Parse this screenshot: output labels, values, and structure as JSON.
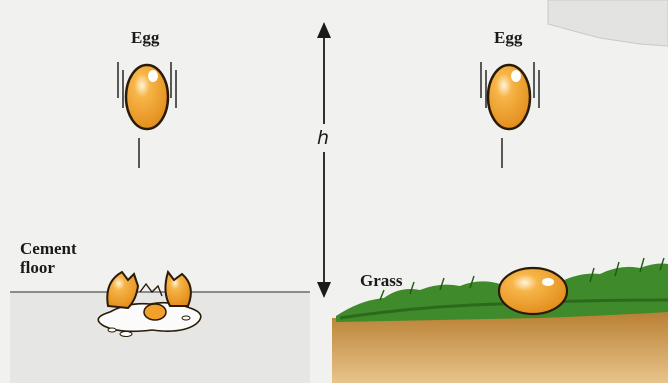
{
  "labels": {
    "egg_left": "Egg",
    "egg_right": "Egg",
    "height": "h",
    "cement_line1": "Cement",
    "cement_line2": "floor",
    "grass": "Grass"
  },
  "colors": {
    "egg_fill": "#f2a02c",
    "egg_outline": "#2a1a08",
    "cement": "#e4e4e2",
    "grass": "#3f8a2a",
    "soil": "#c8903e",
    "yolk": "#f2a02c"
  }
}
